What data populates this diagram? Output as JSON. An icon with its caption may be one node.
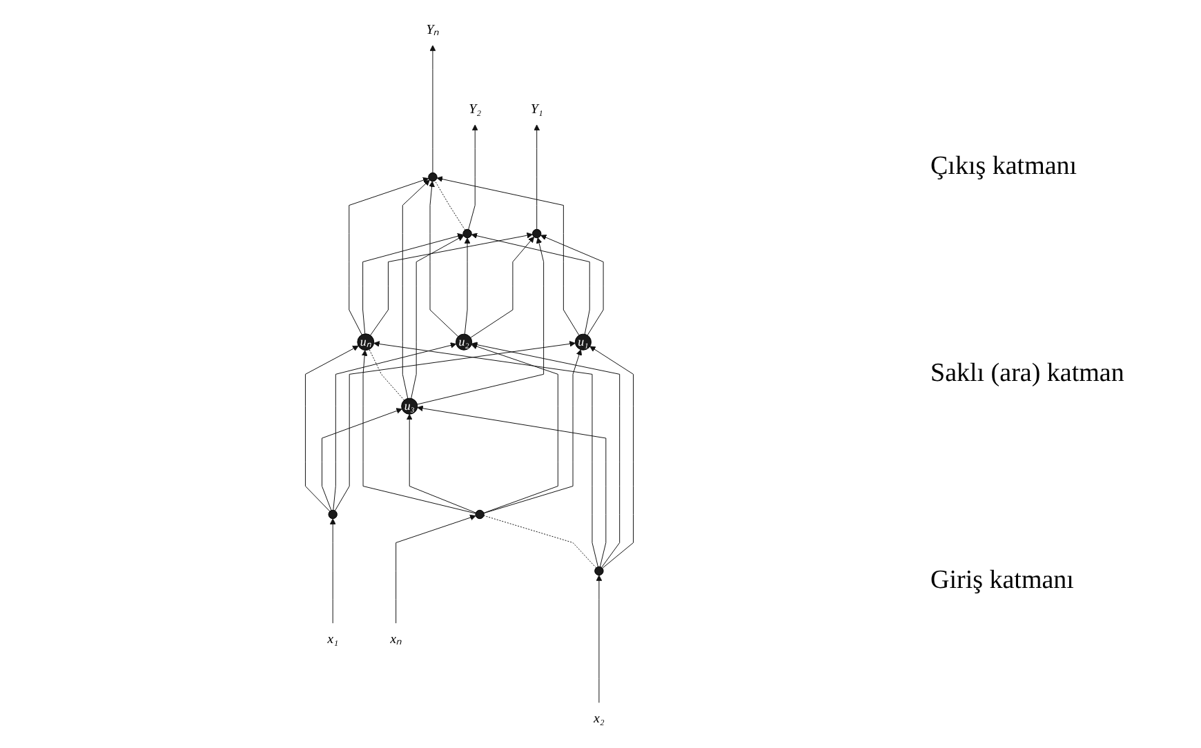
{
  "diagram": {
    "nodes": [
      {
        "text": [
          "Y₁"
        ]
      },
      {
        "text": [
          "Y₂"
        ]
      },
      {
        "text": [
          "Yₙ"
        ]
      },
      {
        "text": [],
        "shape": "circle"
      },
      {
        "text": [],
        "shape": "circle"
      },
      {
        "text": [],
        "shape": "circle"
      },
      {
        "text": [
          "u₁"
        ]
      },
      {
        "text": [
          "u₂"
        ]
      },
      {
        "text": [
          "u₃"
        ]
      },
      {
        "text": [
          "uₙ"
        ]
      },
      {
        "text": [],
        "shape": "circle"
      },
      {
        "text": [],
        "shape": "circle"
      },
      {
        "text": [],
        "shape": "circle"
      },
      {
        "text": [
          "x₁"
        ]
      },
      {
        "text": [
          "x₂"
        ]
      },
      {
        "text": [
          "xₙ"
        ]
      }
    ],
    "edges": [
      {
        "from": 3,
        "to": 0,
        "arrow": "to"
      },
      {
        "from": 4,
        "to": 1,
        "arrow": "to"
      },
      {
        "from": 5,
        "to": 2,
        "arrow": "to"
      },
      {
        "from": 4,
        "to": 5,
        "arrow": "none",
        "style": "dashed"
      },
      {
        "from": 6,
        "to": 3,
        "arrow": "to"
      },
      {
        "from": 6,
        "to": 4,
        "arrow": "to"
      },
      {
        "from": 6,
        "to": 5,
        "arrow": "to"
      },
      {
        "from": 7,
        "to": 3,
        "arrow": "to"
      },
      {
        "from": 7,
        "to": 4,
        "arrow": "to"
      },
      {
        "from": 7,
        "to": 5,
        "arrow": "to"
      },
      {
        "from": 8,
        "to": 3,
        "arrow": "to"
      },
      {
        "from": 8,
        "to": 4,
        "arrow": "to"
      },
      {
        "from": 8,
        "to": 5,
        "arrow": "to"
      },
      {
        "from": 9,
        "to": 3,
        "arrow": "to"
      },
      {
        "from": 9,
        "to": 4,
        "arrow": "to"
      },
      {
        "from": 9,
        "to": 5,
        "arrow": "to"
      },
      {
        "from": 8,
        "to": 9,
        "arrow": "none",
        "style": "dashed"
      },
      {
        "from": 10,
        "to": 6,
        "arrow": "to"
      },
      {
        "from": 10,
        "to": 7,
        "arrow": "to"
      },
      {
        "from": 10,
        "to": 8,
        "arrow": "to"
      },
      {
        "from": 10,
        "to": 9,
        "arrow": "to"
      },
      {
        "from": 11,
        "to": 6,
        "arrow": "to"
      },
      {
        "from": 11,
        "to": 7,
        "arrow": "to"
      },
      {
        "from": 11,
        "to": 8,
        "arrow": "to"
      },
      {
        "from": 11,
        "to": 9,
        "arrow": "to"
      },
      {
        "from": 12,
        "to": 6,
        "arrow": "to"
      },
      {
        "from": 12,
        "to": 7,
        "arrow": "to"
      },
      {
        "from": 12,
        "to": 8,
        "arrow": "to"
      },
      {
        "from": 12,
        "to": 9,
        "arrow": "to"
      },
      {
        "from": 11,
        "to": 12,
        "arrow": "none",
        "style": "dashed"
      },
      {
        "from": 13,
        "to": 10,
        "arrow": "to"
      },
      {
        "from": 14,
        "to": 11,
        "arrow": "to"
      },
      {
        "from": 15,
        "to": 12,
        "arrow": "to"
      }
    ],
    "labels": [
      "Çıkış katmanı",
      "Saklı (ara) katman",
      "Giriş katmanı"
    ]
  }
}
